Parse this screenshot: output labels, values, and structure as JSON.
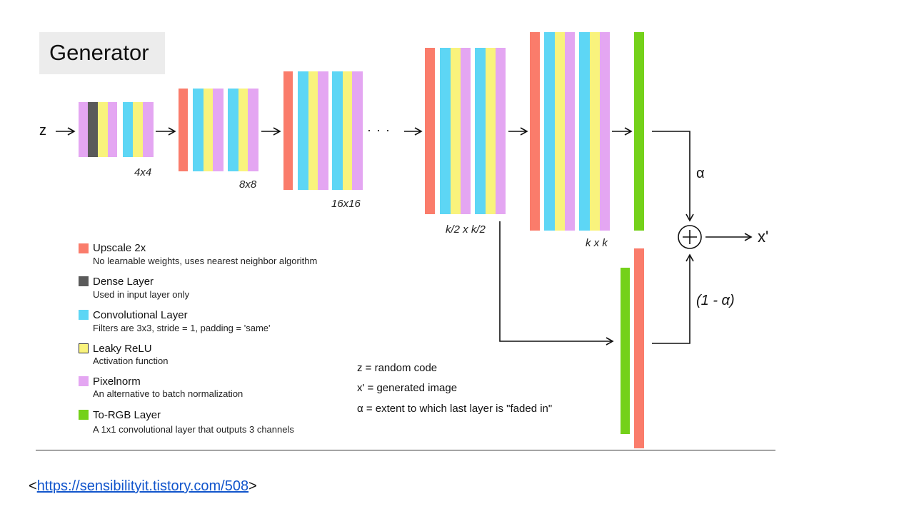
{
  "title": "Generator",
  "input_label": "z",
  "output_label": "x'",
  "alpha_label": "α",
  "one_minus_alpha_label": "(1 - α)",
  "ellipsis": "· · ·",
  "block_labels": [
    "4x4",
    "8x8",
    "16x16",
    "k/2 x k/2",
    "k x k"
  ],
  "legend": [
    {
      "title": "Upscale 2x",
      "desc": "No learnable weights, uses nearest neighbor algorithm",
      "color": "#fa7c6b"
    },
    {
      "title": "Dense Layer",
      "desc": "Used in input layer only",
      "color": "#5a5a5a"
    },
    {
      "title": "Convolutional Layer",
      "desc": "Filters are 3x3, stride = 1,  padding = 'same'",
      "color": "#5dd6f5"
    },
    {
      "title": "Leaky ReLU",
      "desc": "Activation function",
      "color": "#f9f37c"
    },
    {
      "title": "Pixelnorm",
      "desc": "An alternative to batch normalization",
      "color": "#e4a6f2"
    },
    {
      "title": "To-RGB Layer",
      "desc": "A 1x1 convolutional layer that outputs 3 channels",
      "color": "#74d11a"
    }
  ],
  "definitions": [
    "z = random code",
    "x' = generated image",
    "α = extent to which last layer is \"faded in\""
  ],
  "source_prefix": "<",
  "source_url": "https://sensibilityit.tistory.com/508",
  "source_suffix": ">"
}
